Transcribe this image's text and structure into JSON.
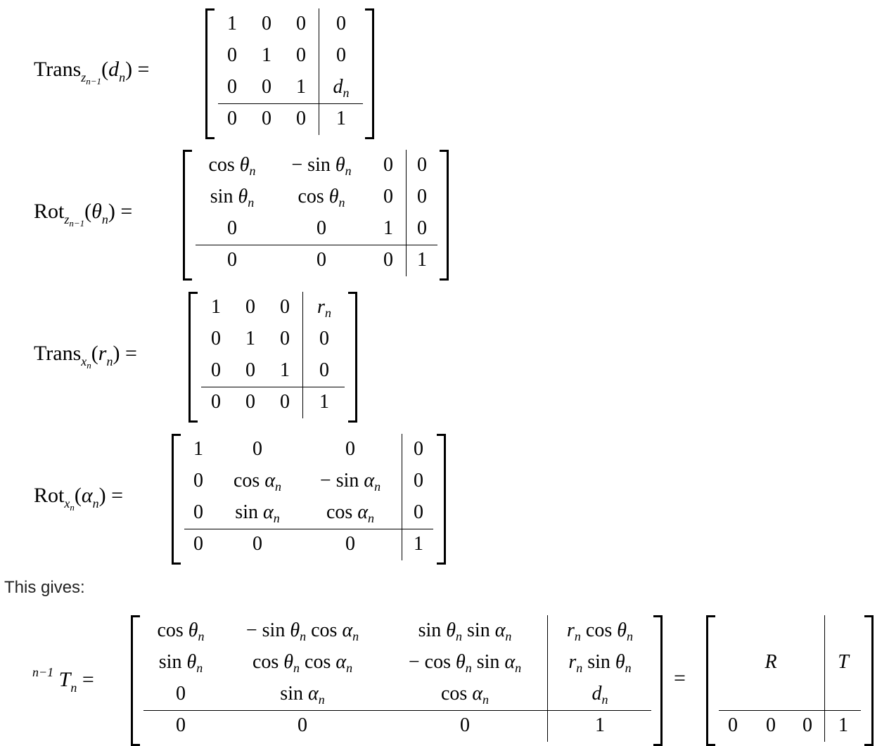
{
  "equations": [
    {
      "id": "trans_z",
      "lhs": {
        "name": "Trans",
        "subscript": "z",
        "subscript_sub": "n−1",
        "arg": "d",
        "arg_sub": "n"
      },
      "rows": [
        [
          "1",
          "0",
          "0",
          "0"
        ],
        [
          "0",
          "1",
          "0",
          "0"
        ],
        [
          "0",
          "0",
          "1",
          "d_n"
        ],
        [
          "0",
          "0",
          "0",
          "1"
        ]
      ]
    },
    {
      "id": "rot_z",
      "lhs": {
        "name": "Rot",
        "subscript": "z",
        "subscript_sub": "n−1",
        "arg": "θ",
        "arg_sub": "n"
      },
      "rows": [
        [
          "cos θ_n",
          "− sin θ_n",
          "0",
          "0"
        ],
        [
          "sin θ_n",
          "cos θ_n",
          "0",
          "0"
        ],
        [
          "0",
          "0",
          "1",
          "0"
        ],
        [
          "0",
          "0",
          "0",
          "1"
        ]
      ]
    },
    {
      "id": "trans_x",
      "lhs": {
        "name": "Trans",
        "subscript": "x",
        "subscript_sub": "n",
        "arg": "r",
        "arg_sub": "n"
      },
      "rows": [
        [
          "1",
          "0",
          "0",
          "r_n"
        ],
        [
          "0",
          "1",
          "0",
          "0"
        ],
        [
          "0",
          "0",
          "1",
          "0"
        ],
        [
          "0",
          "0",
          "0",
          "1"
        ]
      ]
    },
    {
      "id": "rot_x",
      "lhs": {
        "name": "Rot",
        "subscript": "x",
        "subscript_sub": "n",
        "arg": "α",
        "arg_sub": "n"
      },
      "rows": [
        [
          "1",
          "0",
          "0",
          "0"
        ],
        [
          "0",
          "cos α_n",
          "− sin α_n",
          "0"
        ],
        [
          "0",
          "sin α_n",
          "cos α_n",
          "0"
        ],
        [
          "0",
          "0",
          "0",
          "1"
        ]
      ]
    }
  ],
  "prose": "This gives:",
  "final": {
    "lhs": {
      "pre_sup": "n−1",
      "name": "T",
      "sub": "n"
    },
    "rows": [
      [
        "cos θ_n",
        "− sin θ_n cos α_n",
        "sin θ_n sin α_n",
        "r_n cos θ_n"
      ],
      [
        "sin θ_n",
        "cos θ_n cos α_n",
        "− cos θ_n sin α_n",
        "r_n sin θ_n"
      ],
      [
        "0",
        "sin α_n",
        "cos α_n",
        "d_n"
      ],
      [
        "0",
        "0",
        "0",
        "1"
      ]
    ],
    "block": {
      "R": "R",
      "T": "T",
      "bottom": [
        "0",
        "0",
        "0",
        "1"
      ]
    }
  }
}
